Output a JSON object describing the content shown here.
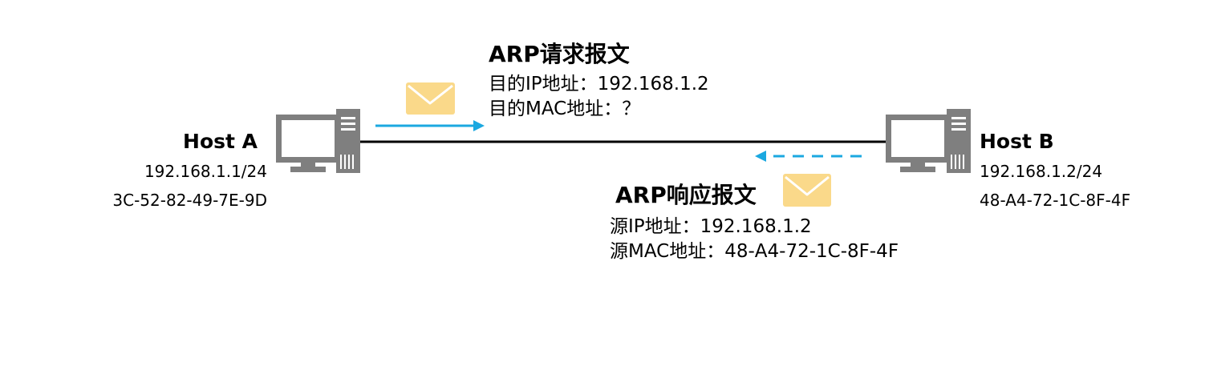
{
  "host_a": {
    "name": "Host A",
    "ip": "192.168.1.1/24",
    "mac": "3C-52-82-49-7E-9D"
  },
  "host_b": {
    "name": "Host B",
    "ip": "192.168.1.2/24",
    "mac": "48-A4-72-1C-8F-4F"
  },
  "arp_request": {
    "title": "ARP请求报文",
    "dst_ip": "目的IP地址：192.168.1.2",
    "dst_mac": "目的MAC地址：？"
  },
  "arp_reply": {
    "title": "ARP响应报文",
    "src_ip": "源IP地址：192.168.1.2",
    "src_mac": "源MAC地址：48-A4-72-1C-8F-4F"
  },
  "colors": {
    "arrow": "#1ba8e0",
    "envelope": "#fad98a",
    "computer": "#7f7f7f",
    "link": "#000000"
  },
  "icons": [
    "computer-icon",
    "envelope-icon",
    "arrow-right",
    "dashed-arrow-left"
  ]
}
